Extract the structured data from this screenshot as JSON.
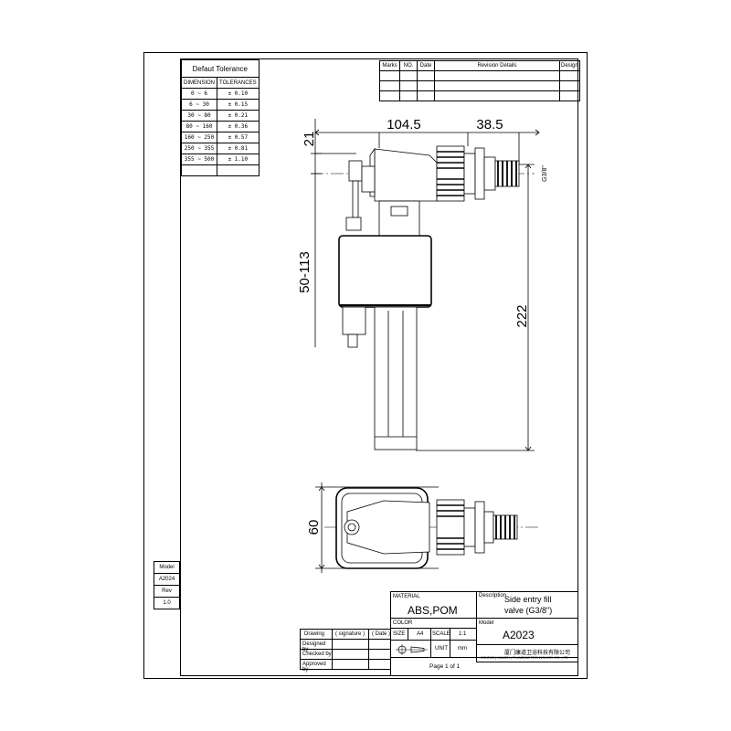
{
  "tolerance": {
    "title": "Defaut Tolerance",
    "col_dimension": "DIMENSION",
    "col_tolerance": "TOLERANCES",
    "rows": [
      {
        "dim": "0 ~ 6",
        "tol": "± 0.10"
      },
      {
        "dim": "6 ~ 30",
        "tol": "± 0.15"
      },
      {
        "dim": "30 ~ 80",
        "tol": "± 0.21"
      },
      {
        "dim": "80 ~ 160",
        "tol": "± 0.36"
      },
      {
        "dim": "160 ~ 250",
        "tol": "± 0.57"
      },
      {
        "dim": "250 ~ 355",
        "tol": "± 0.81"
      },
      {
        "dim": "355 ~ 500",
        "tol": "± 1.10"
      }
    ]
  },
  "revision": {
    "headers": [
      "Marks",
      "NO.",
      "Date",
      "Revision Details",
      "Design"
    ]
  },
  "side_model": {
    "model_label": "Model",
    "model_value": "A2024",
    "rev_label": "Rev",
    "rev_value": "1.0"
  },
  "dimensions": {
    "d_21": "21",
    "d_104_5": "104.5",
    "d_38_5": "38.5",
    "d_thread": "G3/8\"",
    "d_50_113": "50-113",
    "d_222": "222",
    "d_60": "60"
  },
  "title_block": {
    "material_label": "MATERIAL",
    "material_value": "ABS,POM",
    "color_label": "COLOR",
    "description_label": "Description",
    "description_line1": "Side entry fill",
    "description_line2": "valve (G3/8\")",
    "model_label": "Model",
    "model_value": "A2023",
    "drawing_label": "Drawing",
    "signature_label": "( signature )",
    "date_label": "( Date )",
    "designed_by": "Designed by",
    "checked_by": "Checked by",
    "approved_by": "Approved by",
    "size_label": "SIZE",
    "size_value": "A4",
    "scale_label": "SCALE",
    "scale_value": "1:1",
    "unit_label": "UNIT",
    "unit_value": "mm",
    "company_cn": "厦门康道卫浴科技有限公司",
    "company_en": "CONPAS ( XIAMEN ) PLUMBING TECHNOLOGY CO., LTD",
    "page": "Page  1  of  1"
  }
}
